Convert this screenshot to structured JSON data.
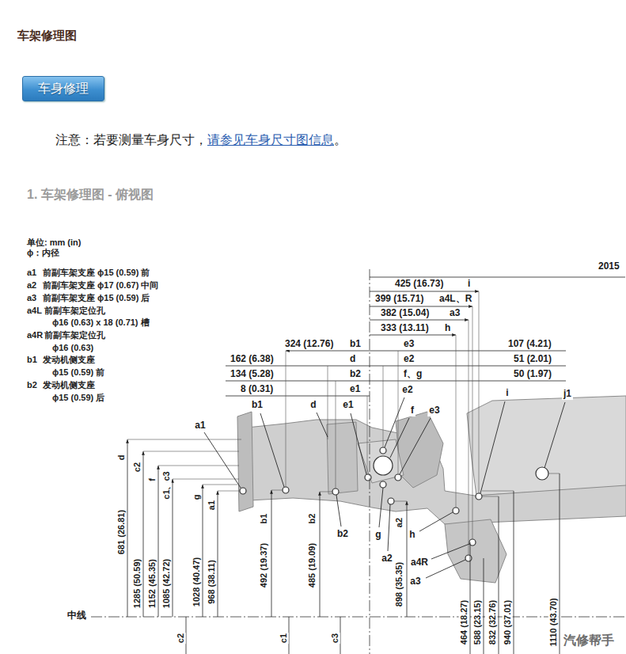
{
  "diagram": {
    "title": "车架修理图",
    "nodes": [
      {
        "text": [
          "车身修理"
        ]
      }
    ],
    "labels": [
      "注意：若要测量车身尺寸，",
      "请参见车身尺寸图信息",
      "。",
      "1. 车架修理图 - 俯视图",
      "单位: mm (in)",
      "ϕ：内径",
      "a1",
      "前副车架支座 ϕ15 (0.59) 前",
      "a2",
      "前副车架支座 ϕ17 (0.67) 中间",
      "a3",
      "前副车架支座 ϕ15 (0.59) 后",
      "a4L",
      "前副车架定位孔",
      "ϕ16 (0.63) x 18 (0.71) 槽",
      "a4R",
      "前副车架定位孔",
      "ϕ16 (0.63)",
      "b1",
      "发动机侧支座",
      "ϕ15 (0.59) 前",
      "b2",
      "发动机侧支座",
      "ϕ15 (0.59) 后",
      "2015",
      "425 (16.73)",
      "i",
      "399 (15.71)",
      "a4L、R",
      "382 (15.04)",
      "a3",
      "333 (13.11)",
      "h",
      "324 (12.76)",
      "b1",
      "e3",
      "107 (4.21)",
      "162 (6.38)",
      "d",
      "e2",
      "51 (2.01)",
      "134 (5.28)",
      "b2",
      "f、g",
      "50 (1.97)",
      "8 (0.31)",
      "e1",
      "i",
      "j1",
      "e2",
      "b1",
      "d",
      "e1",
      "f",
      "e3",
      "a1",
      "d",
      "c2",
      "f",
      "c1、c3",
      "g",
      "a1",
      "b1",
      "b2",
      "a2",
      "h",
      "b2",
      "g",
      "a2",
      "a4R",
      "a3",
      "681 (26.81)",
      "1285 (50.59)",
      "1152 (45.35)",
      "1085 (42.72)",
      "1028 (40.47)",
      "968 (38.11)",
      "492 (19.37)",
      "485 (19.09)",
      "898 (35.35)",
      "464 (18.27)",
      "588 (23.15)",
      "832 (32.76)",
      "940 (37.01)",
      "1110 (43.70)",
      "中线",
      "c2",
      "c1",
      "c3",
      "汽修帮手"
    ]
  }
}
